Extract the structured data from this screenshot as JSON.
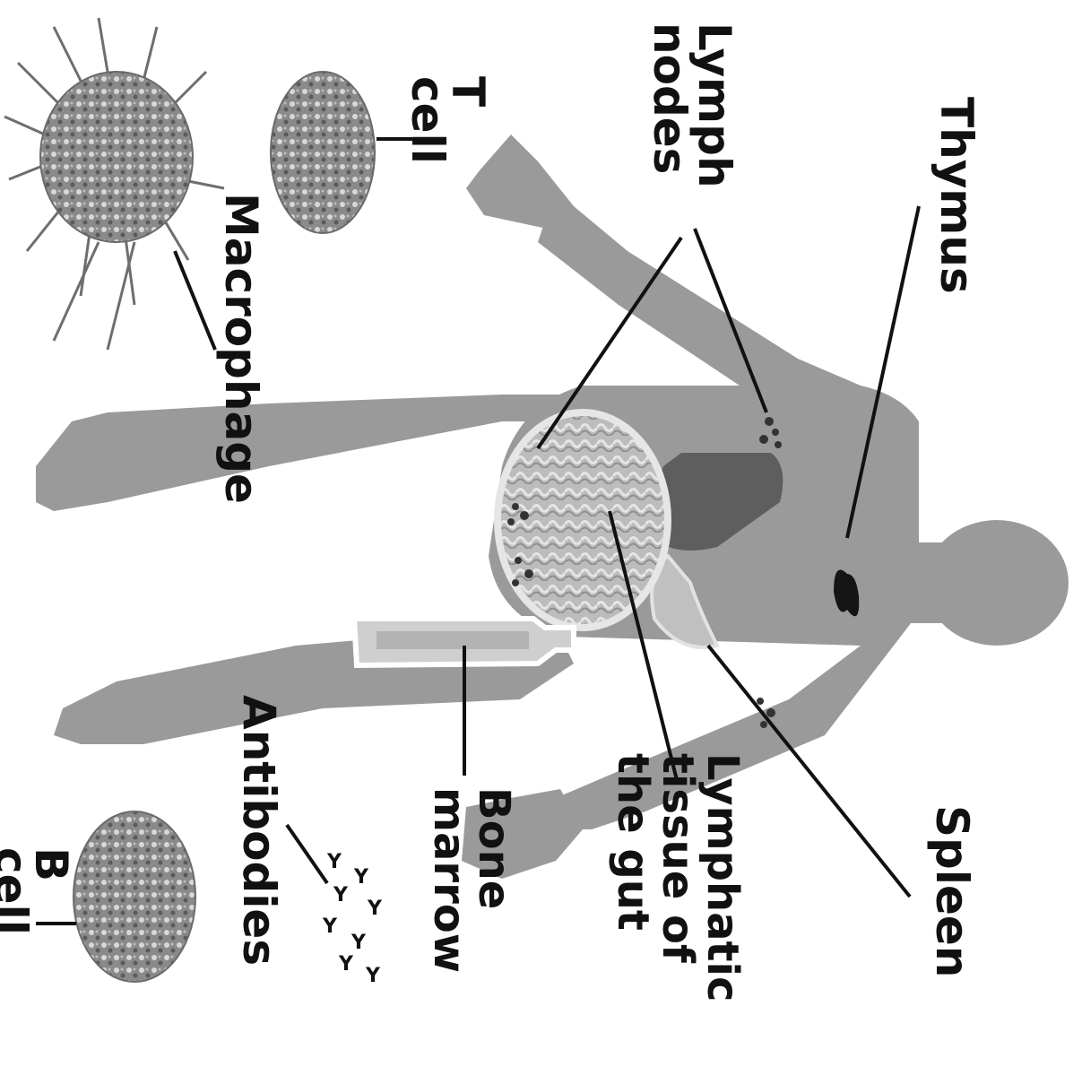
{
  "diagram": {
    "labels": {
      "thymus": "Thymus",
      "lymph_nodes_line1": "Lymph",
      "lymph_nodes_line2": "nodes",
      "t_cell_line1": "T",
      "t_cell_line2": "cell",
      "macrophage": "Macrophage",
      "spleen": "Spleen",
      "lymphatic_gut_line1": "Lymphatic",
      "lymphatic_gut_line2": "tissue of",
      "lymphatic_gut_line3": "the gut",
      "bone_marrow_line1": "Bone",
      "bone_marrow_line2": "marrow",
      "antibodies": "Antibodies",
      "b_cell_line1": "B",
      "b_cell_line2": "cell"
    },
    "colors": {
      "body_silhouette": "#9a9a9a",
      "organ_fill": "#c4c4c4",
      "liver_fill": "#5e5e5e",
      "thymus_fill": "#151515",
      "leader_line": "#111111",
      "cell_fill": "#8a8a8a",
      "label_text": "#111111"
    }
  }
}
